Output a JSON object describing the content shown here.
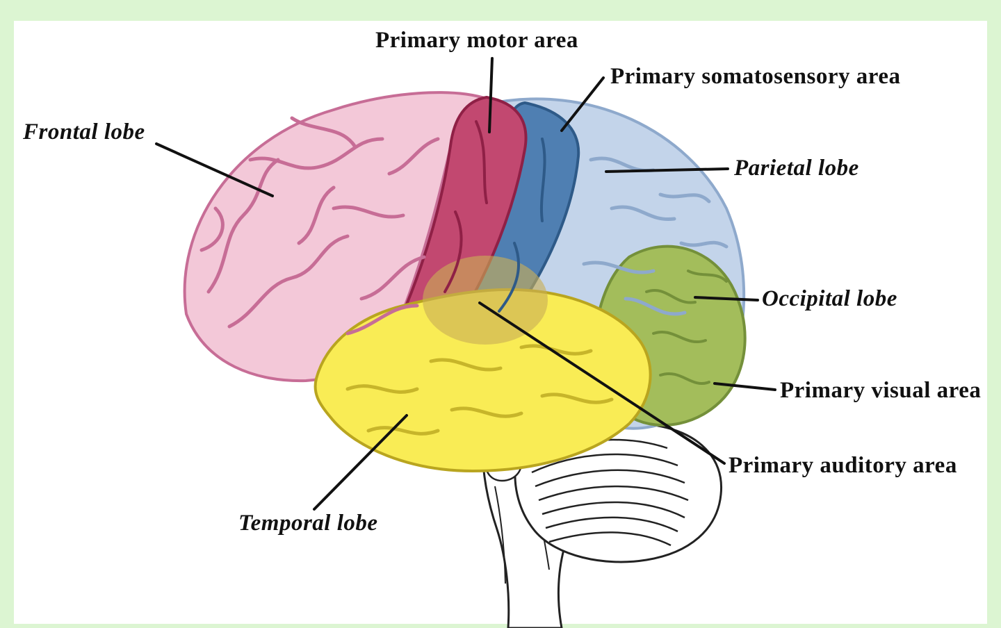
{
  "figure": {
    "title": "Brain lobes and functional areas diagram",
    "frame_color": "#dcf5d2",
    "canvas_color": "#ffffff",
    "line_color": "#111111",
    "labels": {
      "primary_motor_area": "Primary motor area",
      "primary_somatosensory_area": "Primary somatosensory area",
      "frontal_lobe": "Frontal lobe",
      "parietal_lobe": "Parietal lobe",
      "occipital_lobe": "Occipital lobe",
      "primary_visual_area": "Primary visual area",
      "primary_auditory_area": "Primary auditory area",
      "temporal_lobe": "Temporal lobe"
    },
    "region_colors": {
      "frontal_lobe": "#f3c8d8",
      "primary_motor_area": "#c24870",
      "primary_somatosensory_area": "#4f7fb2",
      "parietal_lobe": "#c3d4ea",
      "occipital_lobe": "#a3bd5b",
      "temporal_lobe": "#f9ec55",
      "primary_auditory_area": "#c9ae55",
      "cerebellum": "#ffffff",
      "brainstem": "#ffffff"
    }
  }
}
